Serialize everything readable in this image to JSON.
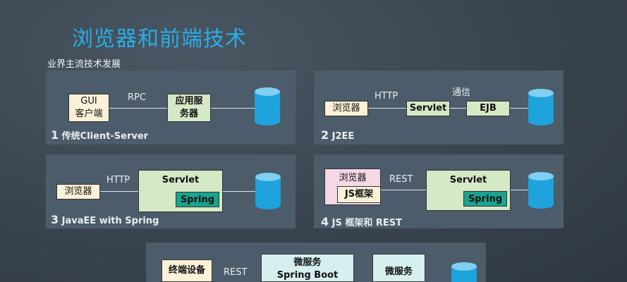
{
  "title": "浏览器和前端技术",
  "subtitle": "业界主流技术发展",
  "colors": {
    "title": "#27aee7",
    "panel": "#4c5c6a",
    "database": "#1ea3dc"
  },
  "icons": {
    "database": "database-cylinder-icon"
  },
  "panel1": {
    "client_line1": "GUI",
    "client_line2": "客户端",
    "protocol": "RPC",
    "server_line1": "应用服",
    "server_line2": "务器",
    "caption_num": "1",
    "caption_text": " 传统Client-Server"
  },
  "panel2": {
    "client": "浏览器",
    "protocol": "HTTP",
    "server": "Servlet",
    "link_label": "通信",
    "backend": "EJB",
    "caption_num": "2",
    "caption_text": " J2EE"
  },
  "panel3": {
    "client": "浏览器",
    "protocol": "HTTP",
    "server": "Servlet",
    "framework": "Spring",
    "caption_num": "3",
    "caption_text": " JavaEE with Spring"
  },
  "panel4": {
    "client": "浏览器",
    "client_framework": "JS框架",
    "protocol": "REST",
    "server": "Servlet",
    "framework": "Spring",
    "caption_num": "4",
    "caption_text": " JS 框架和 REST"
  },
  "panel5": {
    "client": "终端设备",
    "protocol": "REST",
    "gateway_line1": "微服务",
    "gateway_line2": "Spring Boot",
    "service": "微服务"
  }
}
